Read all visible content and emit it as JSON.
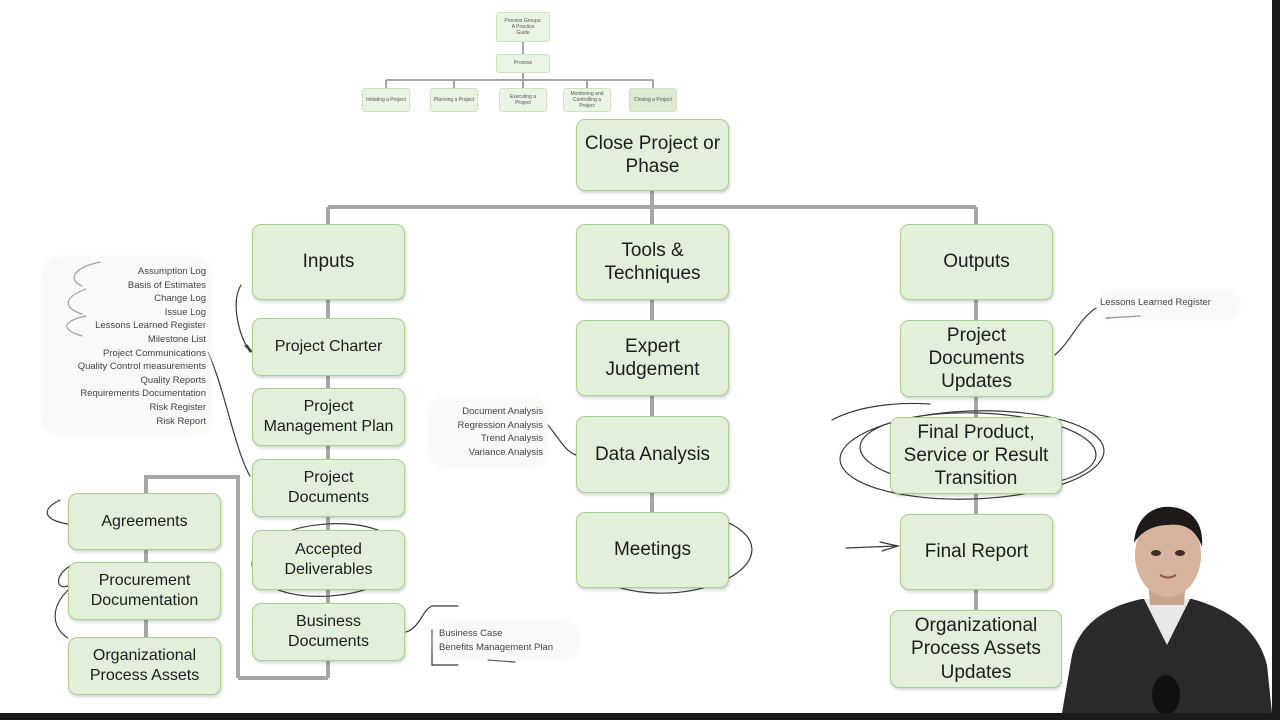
{
  "header_tree": {
    "root": "Process Groups:\nA Practice\nGuide",
    "level1": "Process",
    "groups": [
      "Initiating a Project",
      "Planning a Project",
      "Executing a\nProject",
      "Monitoring and\nControlling a\nProject",
      "Closing a Project"
    ]
  },
  "process": {
    "title": "Close Project or\nPhase"
  },
  "inputs": {
    "heading": "Inputs",
    "items": [
      "Project Charter",
      "Project\nManagement Plan",
      "Project\nDocuments",
      "Accepted\nDeliverables",
      "Business\nDocuments"
    ]
  },
  "tools": {
    "heading": "Tools &\nTechniques",
    "items": [
      "Expert\nJudgement",
      "Data Analysis",
      "Meetings"
    ]
  },
  "outputs": {
    "heading": "Outputs",
    "items": [
      "Project\nDocuments\nUpdates",
      "Final Product,\nService or Result\nTransition",
      "Final Report",
      "Organizational\nProcess Assets\nUpdates"
    ]
  },
  "left_column": {
    "items": [
      "Agreements",
      "Procurement\nDocumentation",
      "Organizational\nProcess Assets"
    ]
  },
  "notes": {
    "project_documents": [
      "Assumption Log",
      "Basis of Estimates",
      "Change Log",
      "Issue Log",
      "Lessons Learned Register",
      "Milestone List",
      "Project Communications",
      "Quality Control measurements",
      "Quality Reports",
      "Requirements Documentation",
      "Risk Register",
      "Risk Report"
    ],
    "data_analysis": [
      "Document Analysis",
      "Regression Analysis",
      "Trend Analysis",
      "Variance Analysis"
    ],
    "business_documents": [
      "Business Case",
      "Benefits Management Plan"
    ],
    "document_updates": [
      "Lessons Learned Register"
    ]
  },
  "colors": {
    "node_fill": "#e2efda",
    "node_border": "#a9d08e",
    "connector": "#a6a6a6",
    "annotation_ink": "#3a3a3a"
  }
}
